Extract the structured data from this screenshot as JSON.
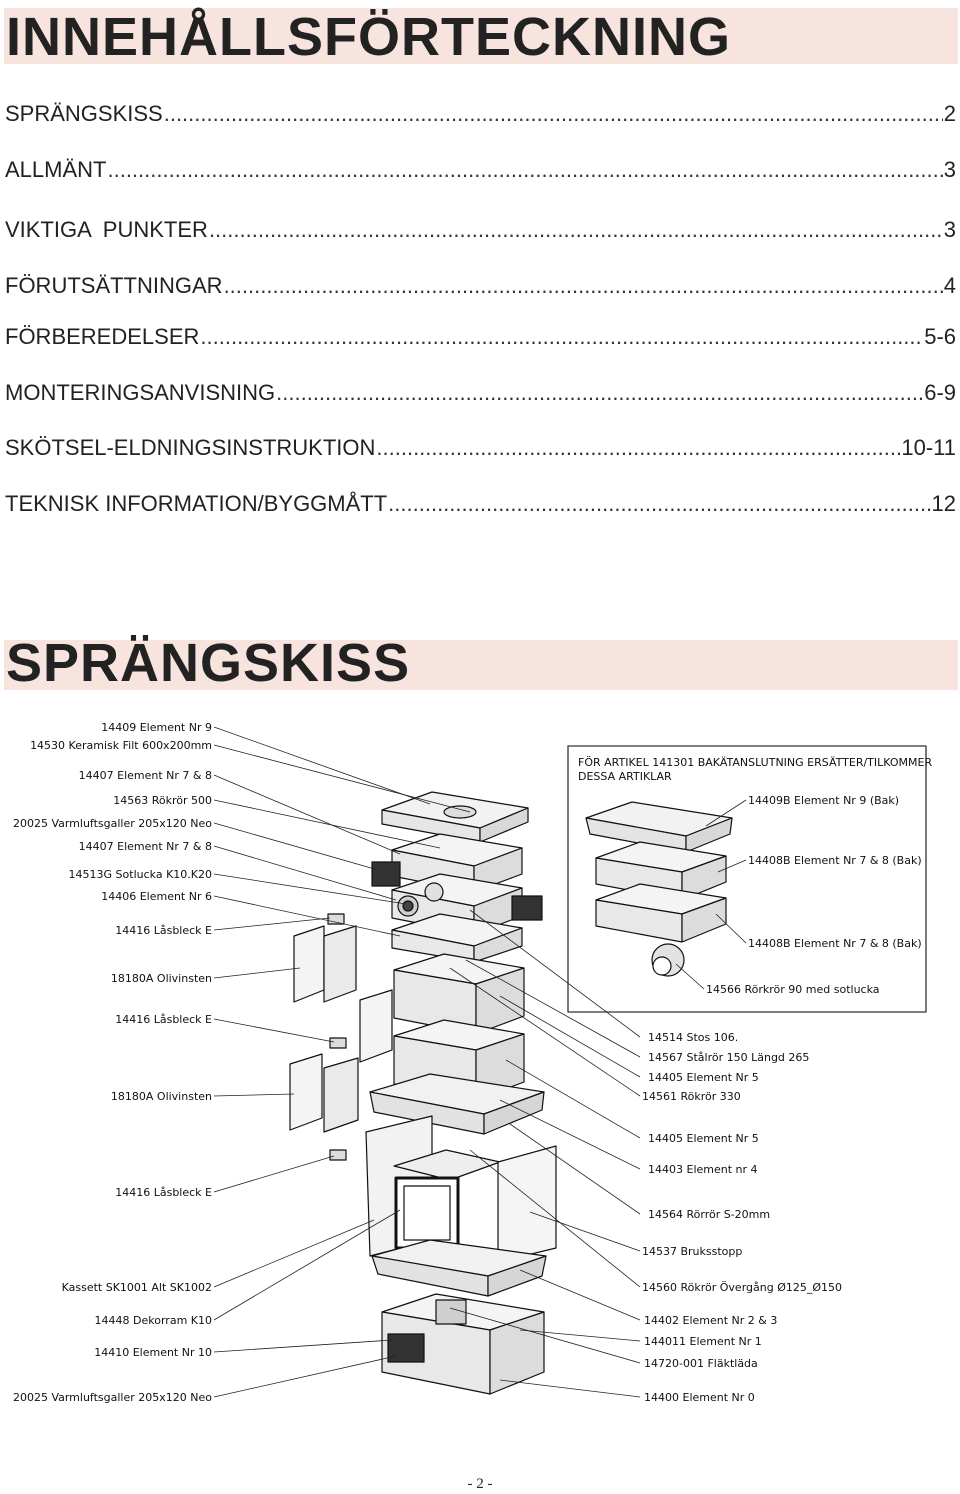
{
  "toc": {
    "title": "INNEHÅLLSFÖRTECKNING",
    "entries": [
      {
        "label": "SPRÄNGSKISS",
        "page": "2"
      },
      {
        "label": "ALLMÄNT",
        "page": "3"
      },
      {
        "label": "VIKTIGA  PUNKTER",
        "page": "3"
      },
      {
        "label": "FÖRUTSÄTTNINGAR",
        "page": "4"
      },
      {
        "label": "FÖRBEREDELSER",
        "page": "5-6"
      },
      {
        "label": "MONTERINGSANVISNING",
        "page": "6-9"
      },
      {
        "label": "SKÖTSEL-ELDNINGSINSTRUKTION",
        "page": "10-11"
      },
      {
        "label": "TEKNISK INFORMATION/BYGGMÅTT",
        "page": "12"
      }
    ]
  },
  "section": {
    "title": "SPRÄNGSKISS"
  },
  "diagram": {
    "left_labels": [
      "14409 Element Nr 9",
      "14530 Keramisk Filt 600x200mm",
      "14407 Element Nr 7 & 8",
      "14563 Rökrör 500",
      "20025 Varmluftsgaller 205x120 Neo",
      "14407 Element Nr 7 & 8",
      "14513G Sotlucka K10.K20",
      "14406 Element Nr 6",
      "14416 Låsbleck E",
      "18180A Olivinsten",
      "14416 Låsbleck E",
      "18180A Olivinsten",
      "14416 Låsbleck E",
      "Kassett SK1001 Alt SK1002",
      "14448 Dekorram K10",
      "14410 Element Nr 10",
      "20025 Varmluftsgaller 205x120 Neo"
    ],
    "inset_heading_line1": "FÖR ARTIKEL 141301 BAKÄTANSLUTNING ERSÄTTER/TILKOMMER",
    "inset_heading_line2": "DESSA ARTIKLAR",
    "inset_labels": [
      "14409B Element Nr 9 (Bak)",
      "14408B Element Nr 7 & 8 (Bak)",
      "14408B Element Nr 7 & 8 (Bak)",
      "14566 Rörkrör 90 med sotlucka"
    ],
    "right_labels": [
      "14514 Stos 106.",
      "14567 Stålrör 150 Längd 265",
      "14405 Element Nr 5",
      "14561 Rökrör 330",
      "14405 Element Nr 5",
      "14403 Element nr 4",
      "14564 Rörrör S-20mm",
      "14537 Bruksstopp",
      "14560 Rökrör Övergång Ø125_Ø150",
      "14402 Element Nr 2 & 3",
      "144011 Element Nr 1",
      "14720-001 Fläktläda",
      "14400 Element Nr 0"
    ]
  },
  "footer": {
    "page_number": "- 2 -"
  }
}
